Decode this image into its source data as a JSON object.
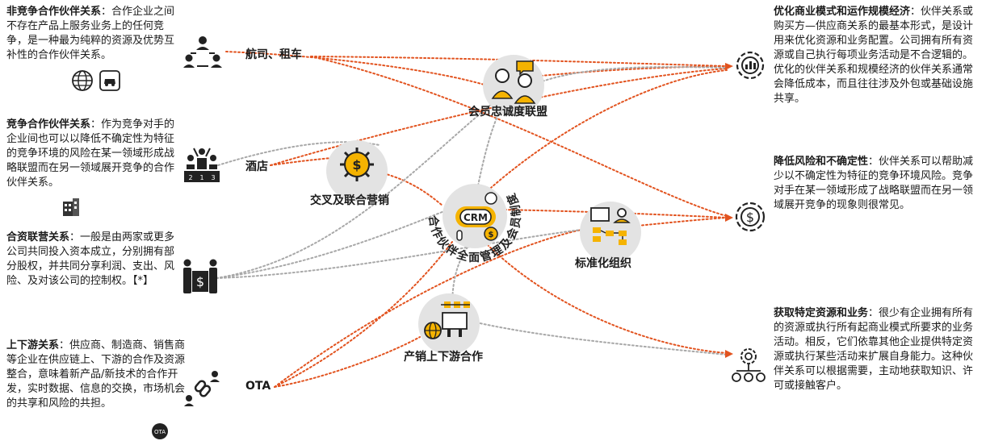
{
  "left_blocks": [
    {
      "title": "非竞争合作伙伴关系",
      "body": "：合作企业之间不存在产品上服务业务上的任何竞争，是一种最为纯粹的资源及优势互补性的合作伙伴关系。"
    },
    {
      "title": "竞争合作伙伴关系",
      "body": "：作为竞争对手的企业间也可以以降低不确定性为特征的竞争环境的风险在某一领域形成战略联盟而在另一领域展开竞争的合作伙伴关系。"
    },
    {
      "title": "合资联营关系",
      "body": "：一般是由两家或更多公司共同投入资本成立，分别拥有部分股权，并共同分享利润、支出、风险、及对该公司的控制权。【*】"
    },
    {
      "title": "上下游关系",
      "body": "：供应商、制造商、销售商等企业在供应链上、下游的合作及资源整合，意味着新产品/新技术的合作开发，实时数据、信息的交换，市场机会的共享和风险的共担。"
    }
  ],
  "right_blocks": [
    {
      "title": "优化商业模式和运作规模经济",
      "body": "：伙伴关系或购买方—供应商关系的最基本形式，是设计用来优化资源和业务配置。公司拥有所有资源或自己执行每项业务活动是不合逻辑的。优化的伙伴关系和规模经济的伙伴关系通常会降低成本，而且往往涉及外包或基础设施共享。"
    },
    {
      "title": "降低风险和不确定性",
      "body": "：伙伴关系可以帮助减少以不确定性为特征的竞争环境风险。竞争对手在某一领域形成了战略联盟而在另一领域展开竞争的现象则很常见。"
    },
    {
      "title": "获取特定资源和业务",
      "body": "：很少有企业拥有所有的资源或执行所有起商业模式所要求的业务活动。相反，它们依靠其他企业提供特定资源或执行某些活动来扩展自身能力。这种伙伴关系可以根据需要，主动地获取知识、许可或接触客户。"
    }
  ],
  "examples": {
    "airline": "航司、租车",
    "hotel": "酒店",
    "ota": "OTA"
  },
  "nodes": {
    "loyalty": "会员忠诚度联盟",
    "cross_marketing": "交叉及联合营销",
    "standard_org": "标准化组织",
    "supply_chain": "产销上下游合作"
  },
  "center": {
    "crm": "CRM",
    "ring_text": "合作伙伴全面管理及会员制度"
  },
  "colors": {
    "orange": "#e2531f",
    "gray": "#a8a8a8",
    "gold": "#f5b301"
  }
}
